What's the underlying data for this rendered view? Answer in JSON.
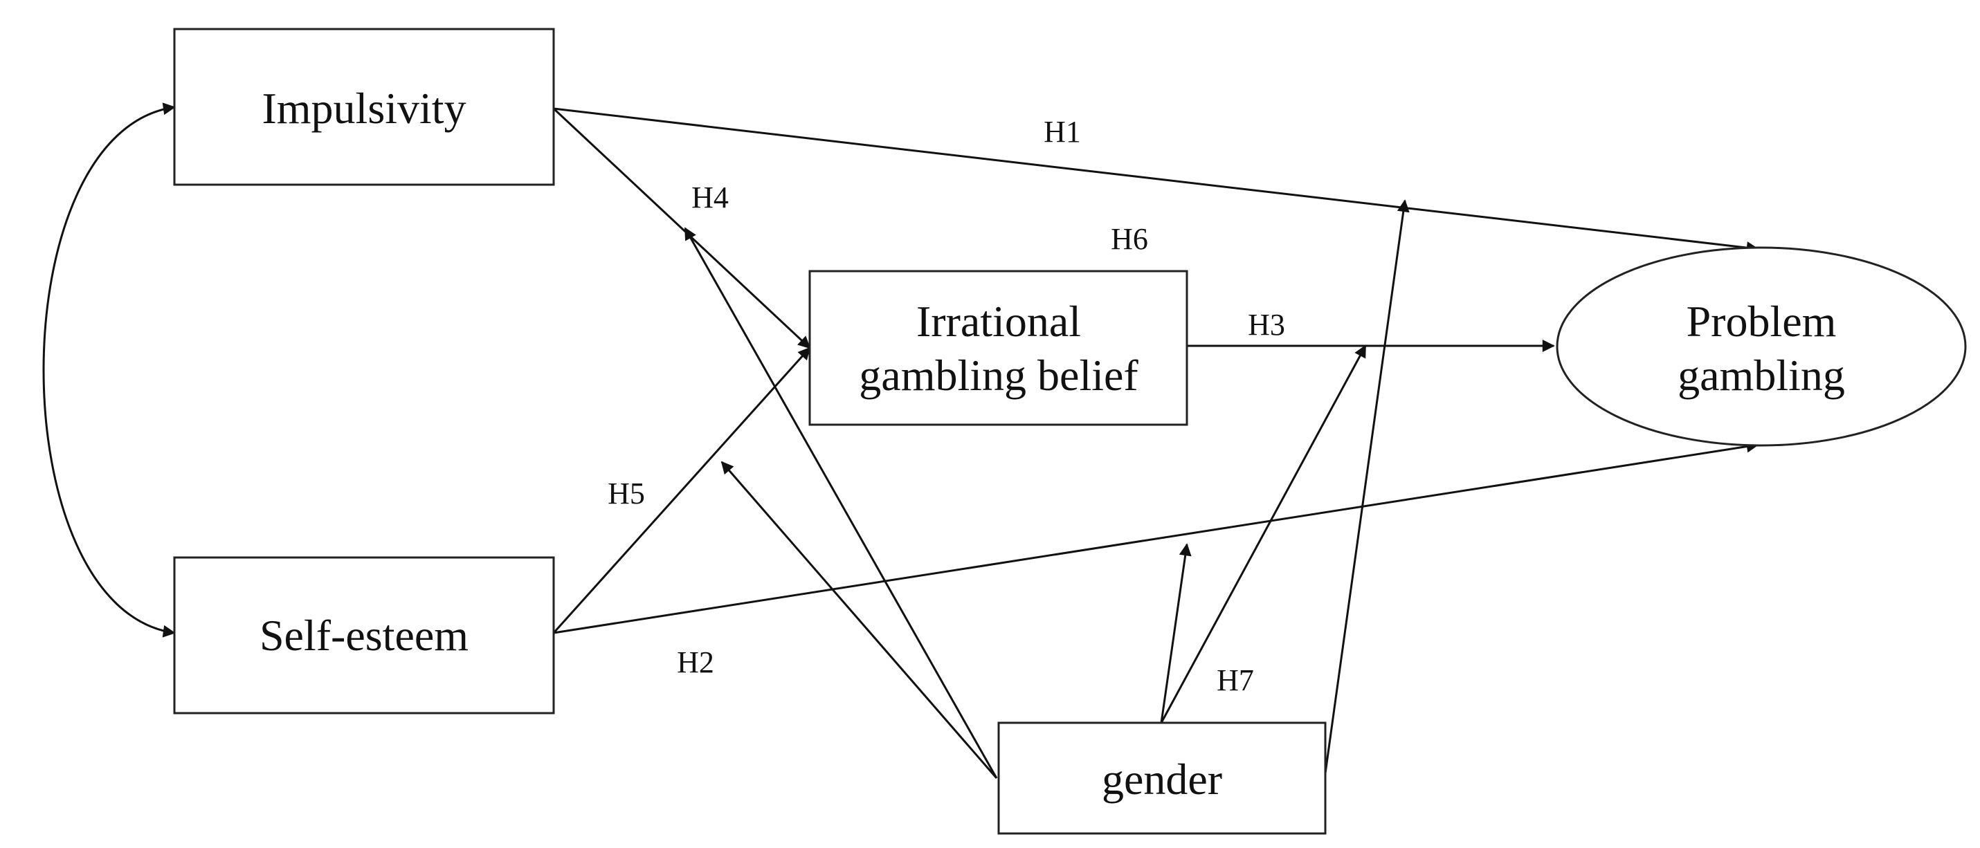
{
  "diagram": {
    "nodes": {
      "impulsivity": {
        "label": "Impulsivity"
      },
      "self_esteem": {
        "label": "Self-esteem"
      },
      "irrational_belief": {
        "line1": "Irrational",
        "line2": "gambling belief"
      },
      "problem_gambling": {
        "line1": "Problem",
        "line2": "gambling"
      },
      "gender": {
        "label": "gender"
      }
    },
    "hypotheses": {
      "h1": "H1",
      "h2": "H2",
      "h3": "H3",
      "h4": "H4",
      "h5": "H5",
      "h6": "H6",
      "h7": "H7"
    }
  }
}
